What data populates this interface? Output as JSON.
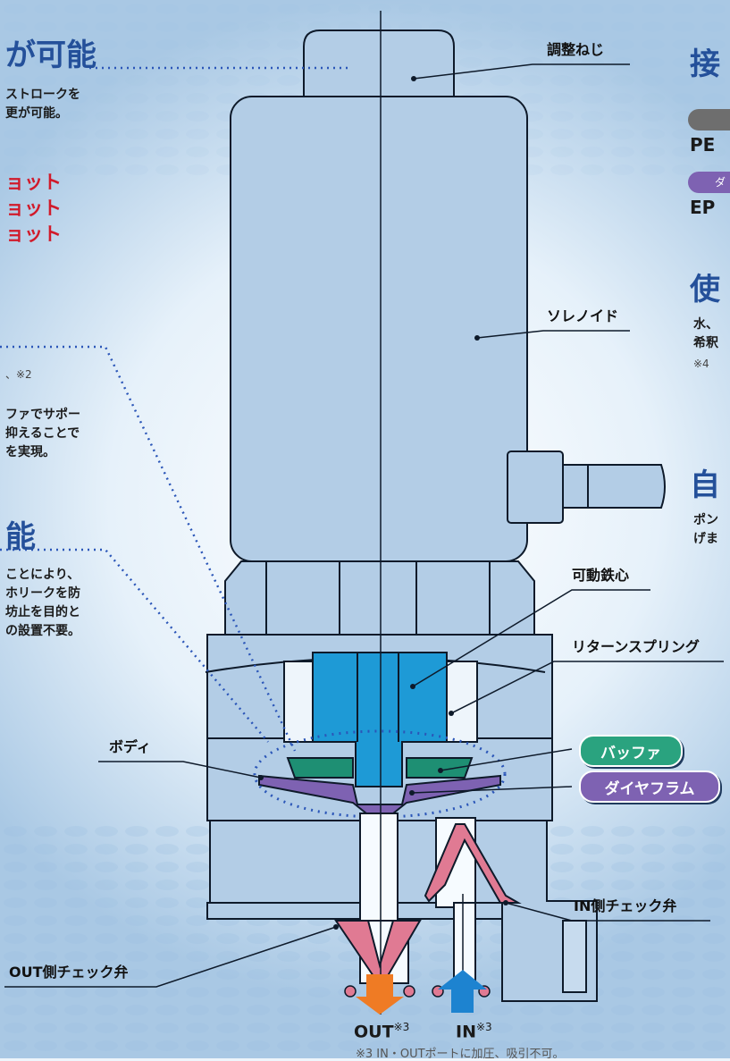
{
  "left_panel": {
    "heading1": "が可能",
    "text1_line1": "ストロークを",
    "text1_line2": "更が可能。",
    "shot_line1": "ョット",
    "shot_line2": "ョット",
    "shot_line3": "ョット",
    "note1": "、※2",
    "text2_line1": "ファでサポー",
    "text2_line2": "抑えることで",
    "text2_line3": "を実現。",
    "heading2": "能",
    "text3_line1": "ことにより、",
    "text3_line2": "ホリークを防",
    "text3_line3": "坊止を目的と",
    "text3_line4": "の設置不要。"
  },
  "right_panel": {
    "heading1": "接",
    "material1": "PE",
    "badge_label": "ダ",
    "material2": "EP",
    "heading2": "使",
    "text1_line1": "水、",
    "text1_line2": "希釈",
    "note": "※4",
    "heading3": "自",
    "text2_line1": "ポン",
    "text2_line2": "げま"
  },
  "labels": {
    "adjust_screw": "調整ねじ",
    "solenoid": "ソレノイド",
    "moving_core": "可動鉄心",
    "return_spring": "リターンスプリング",
    "buffer": "バッファ",
    "diaphragm": "ダイヤフラム",
    "body": "ボディ",
    "in_check": "IN側チェック弁",
    "out_check": "OUT側チェック弁"
  },
  "ports": {
    "out": "OUT",
    "out_note": "※3",
    "in": "IN",
    "in_note": "※3",
    "footnote": "※3 IN・OUTポートに加圧、吸引不可。"
  },
  "colors": {
    "body_fill": "#b3cde6",
    "outline": "#0e1a2a",
    "core_blue": "#1e9ad6",
    "buffer_green": "#1e8f73",
    "diaphragm_purple": "#7e62b2",
    "check_pink": "#e07a93",
    "out_arrow": "#ef7b24",
    "in_arrow": "#1d83d0",
    "heading_blue": "#24509a",
    "red_text": "#d11a2a"
  }
}
